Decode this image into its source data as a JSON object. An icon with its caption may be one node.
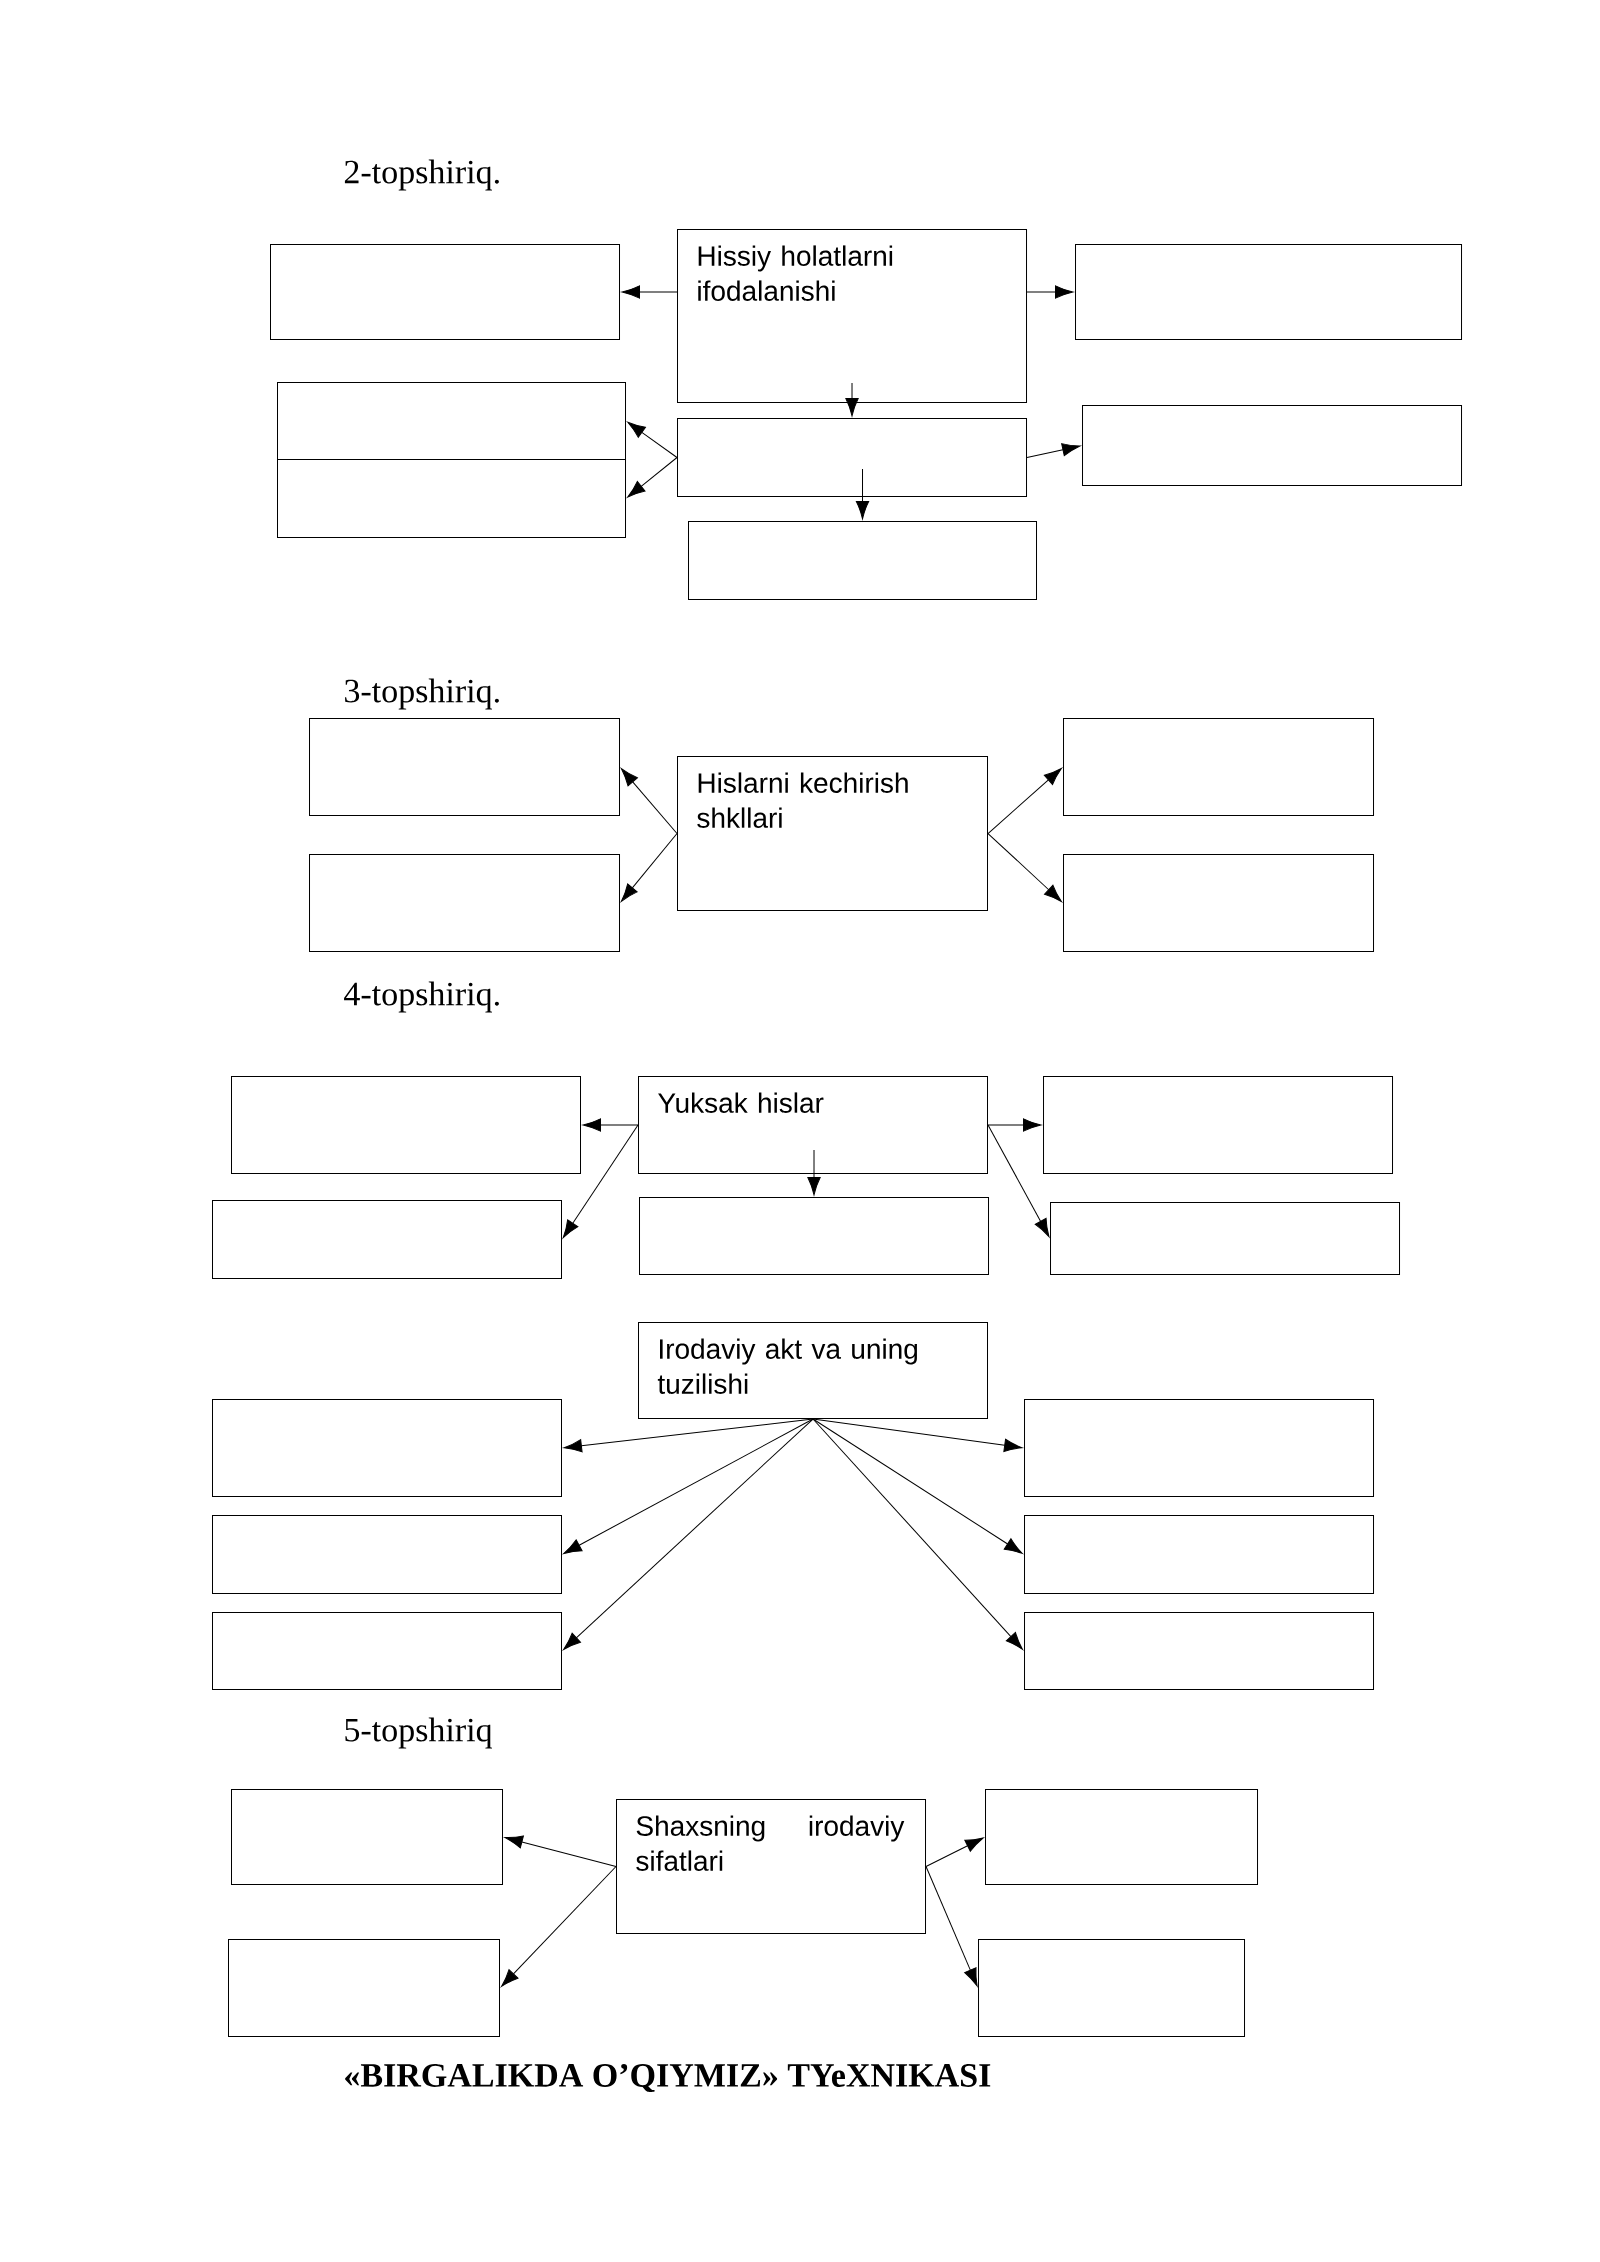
{
  "diagram": {
    "nodes": [
      {
        "text": [
          "Hissiy holatlarni ifodalanishi"
        ]
      },
      {
        "text": [],
        "shape": "box"
      },
      {
        "text": [],
        "shape": "box"
      },
      {
        "text": [],
        "shape": "box"
      },
      {
        "text": [],
        "shape": "box"
      },
      {
        "text": [],
        "shape": "box"
      },
      {
        "text": [],
        "shape": "box"
      },
      {
        "text": [],
        "shape": "box"
      },
      {
        "text": [
          "Hislarni kechirish shkllari"
        ]
      },
      {
        "text": [],
        "shape": "box"
      },
      {
        "text": [],
        "shape": "box"
      },
      {
        "text": [],
        "shape": "box"
      },
      {
        "text": [],
        "shape": "box"
      },
      {
        "text": [
          "Yuksak hislar"
        ]
      },
      {
        "text": [],
        "shape": "box"
      },
      {
        "text": [],
        "shape": "box"
      },
      {
        "text": [],
        "shape": "box"
      },
      {
        "text": [],
        "shape": "box"
      },
      {
        "text": [],
        "shape": "box"
      },
      {
        "text": [
          "Irodaviy akt va uning tuzilishi"
        ]
      },
      {
        "text": [],
        "shape": "box"
      },
      {
        "text": [],
        "shape": "box"
      },
      {
        "text": [],
        "shape": "box"
      },
      {
        "text": [],
        "shape": "box"
      },
      {
        "text": [],
        "shape": "box"
      },
      {
        "text": [],
        "shape": "box"
      },
      {
        "text": [
          "Shaxsning irodaviy sifatlari"
        ]
      },
      {
        "text": [],
        "shape": "box"
      },
      {
        "text": [],
        "shape": "box"
      },
      {
        "text": [],
        "shape": "box"
      },
      {
        "text": [],
        "shape": "box"
      }
    ],
    "edges": [
      {
        "from": 0,
        "to": 1,
        "arrow": "to"
      },
      {
        "from": 0,
        "to": 2,
        "arrow": "to"
      },
      {
        "from": 0,
        "to": 5,
        "arrow": "to"
      },
      {
        "from": 5,
        "to": 3,
        "arrow": "to"
      },
      {
        "from": 5,
        "to": 4,
        "arrow": "to"
      },
      {
        "from": 5,
        "to": 6,
        "arrow": "to"
      },
      {
        "from": 5,
        "to": 7,
        "arrow": "to"
      },
      {
        "from": 8,
        "to": 9,
        "arrow": "to"
      },
      {
        "from": 8,
        "to": 10,
        "arrow": "to"
      },
      {
        "from": 8,
        "to": 11,
        "arrow": "to"
      },
      {
        "from": 8,
        "to": 12,
        "arrow": "to"
      },
      {
        "from": 13,
        "to": 14,
        "arrow": "to"
      },
      {
        "from": 13,
        "to": 15,
        "arrow": "to"
      },
      {
        "from": 13,
        "to": 16,
        "arrow": "to"
      },
      {
        "from": 13,
        "to": 17,
        "arrow": "to"
      },
      {
        "from": 13,
        "to": 18,
        "arrow": "to"
      },
      {
        "from": 19,
        "to": 20,
        "arrow": "to"
      },
      {
        "from": 19,
        "to": 21,
        "arrow": "to"
      },
      {
        "from": 19,
        "to": 22,
        "arrow": "to"
      },
      {
        "from": 19,
        "to": 23,
        "arrow": "to"
      },
      {
        "from": 19,
        "to": 24,
        "arrow": "to"
      },
      {
        "from": 19,
        "to": 25,
        "arrow": "to"
      },
      {
        "from": 26,
        "to": 27,
        "arrow": "to"
      },
      {
        "from": 26,
        "to": 28,
        "arrow": "to"
      },
      {
        "from": 26,
        "to": 29,
        "arrow": "to"
      },
      {
        "from": 26,
        "to": 30,
        "arrow": "to"
      }
    ],
    "labels": [
      "2-topshiriq.",
      "3-topshiriq.",
      "4-topshiriq.",
      "5-topshiriq",
      "«BIRGALIKDA O’QIYMIZ» TYeXNIKASI"
    ]
  }
}
